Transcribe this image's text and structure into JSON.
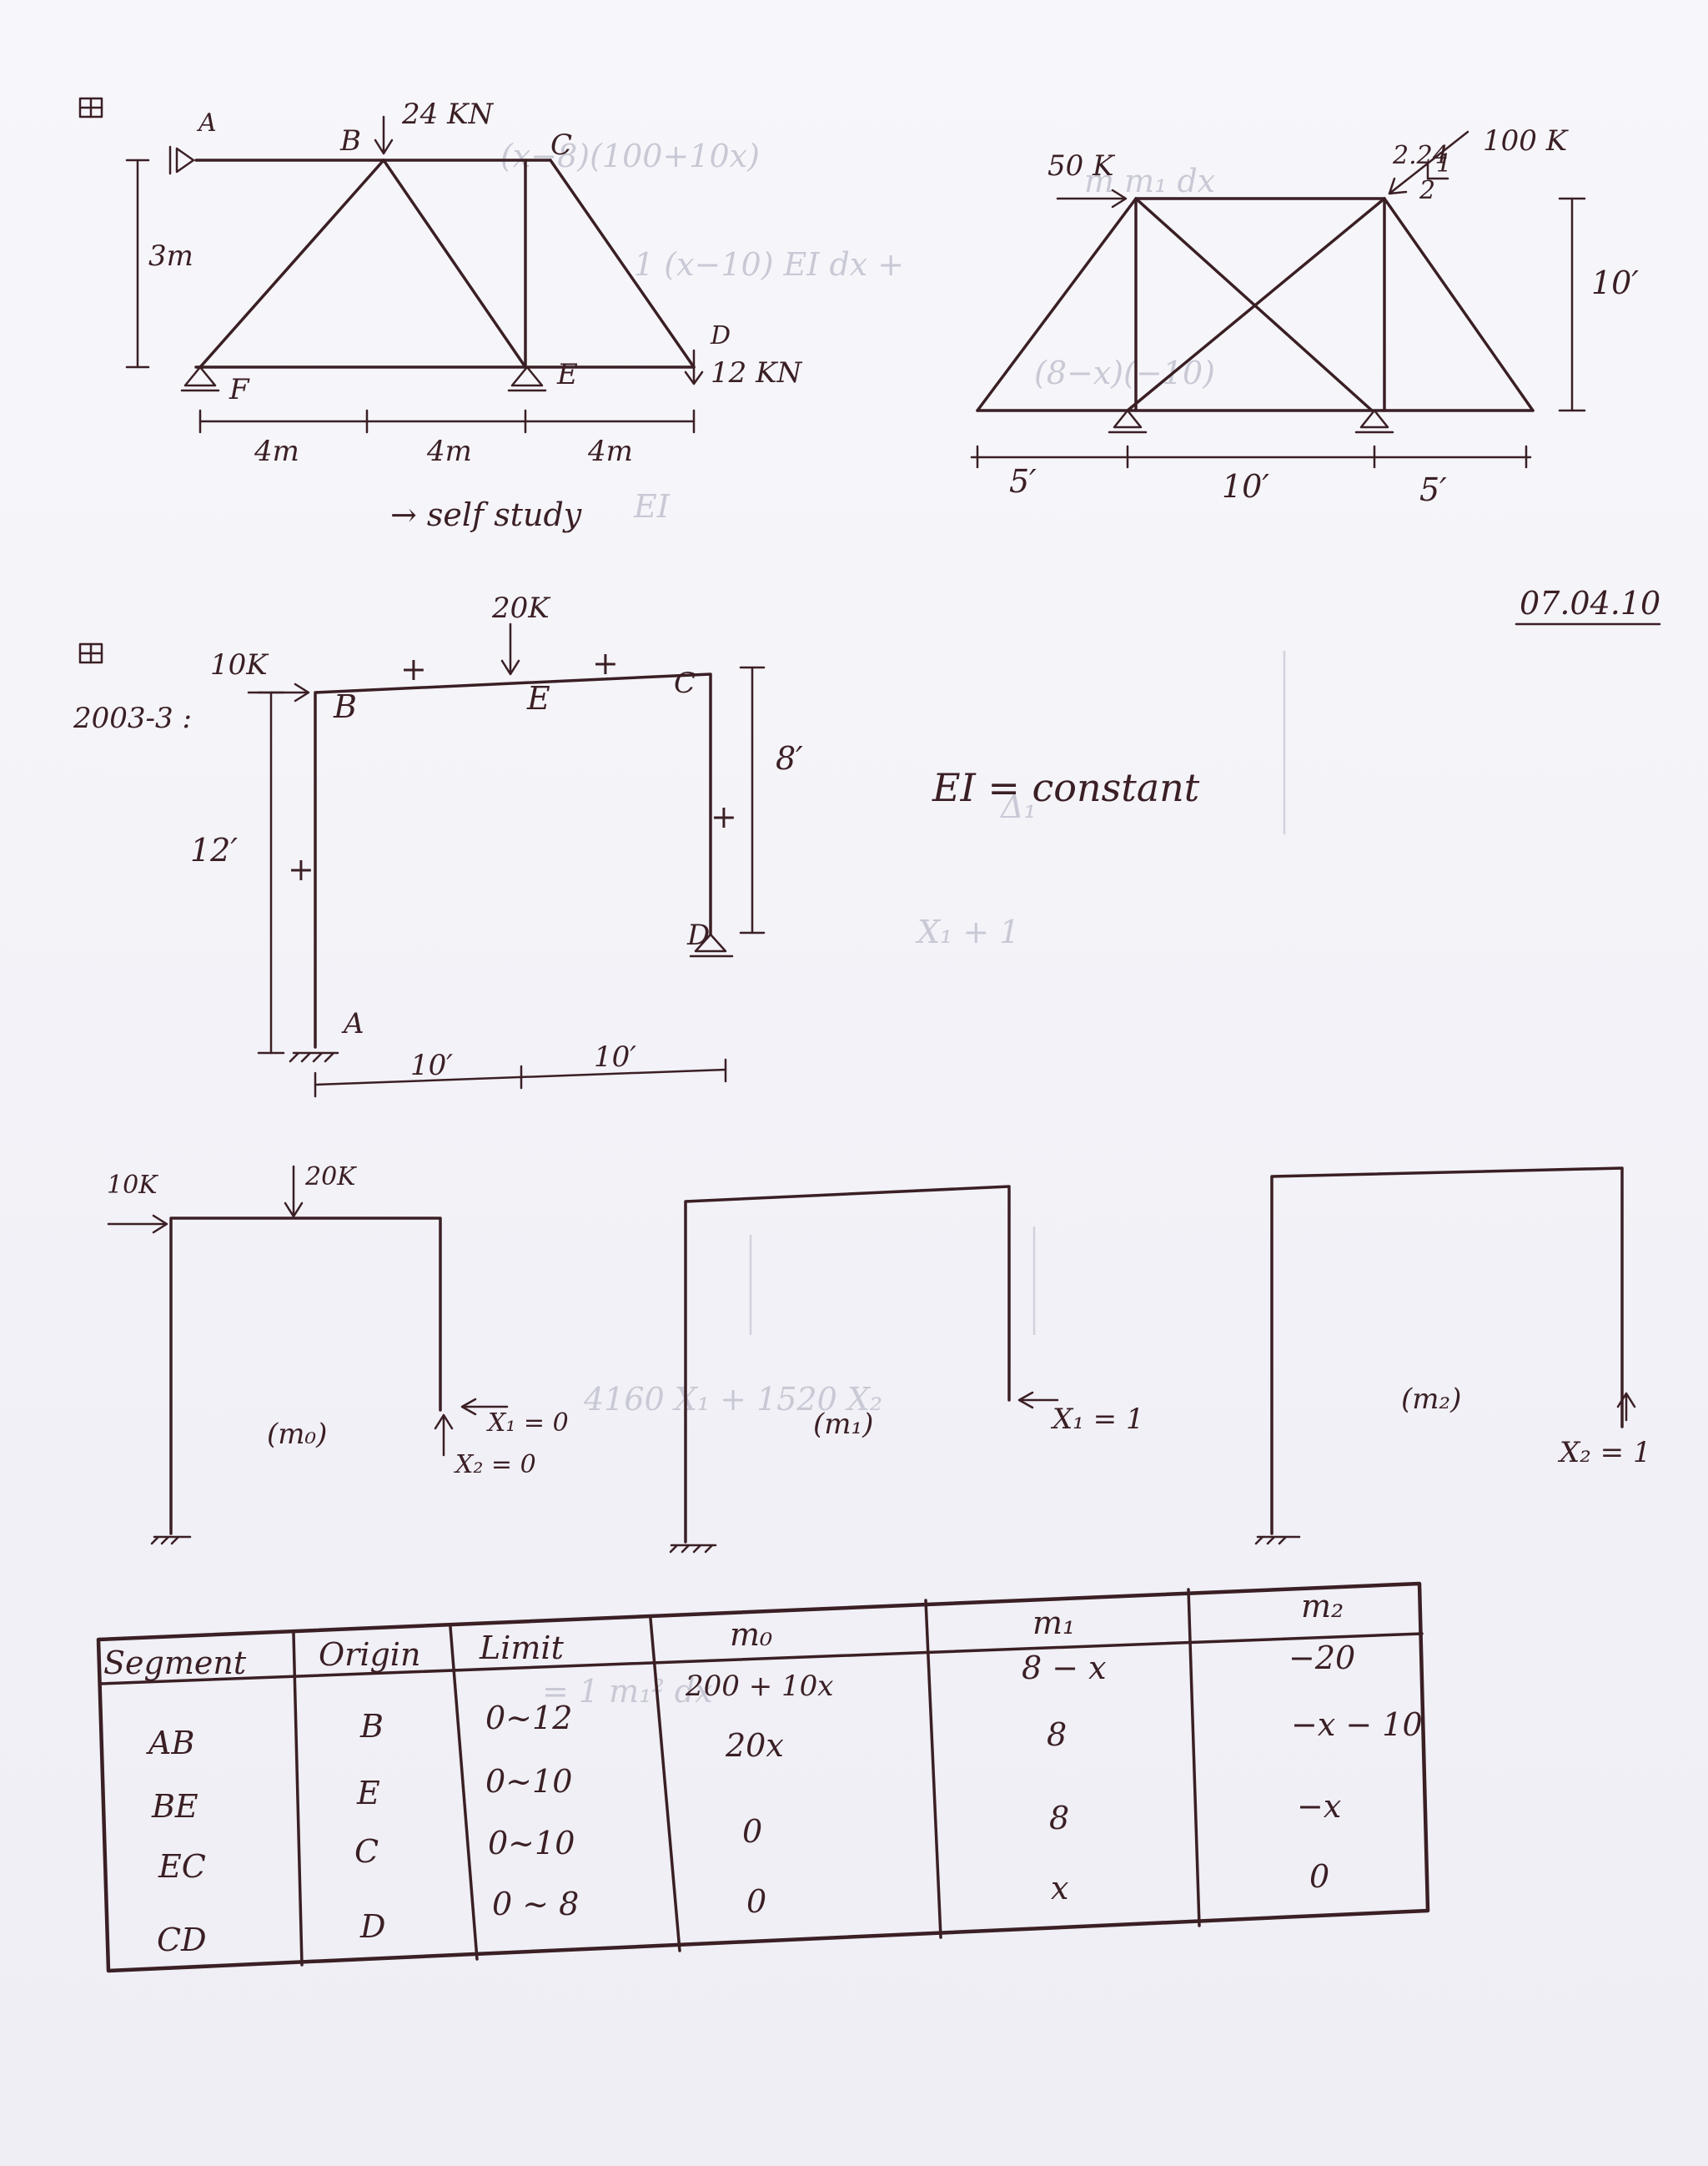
{
  "colors": {
    "ink": "#3a1f24",
    "paper": "#f4f4f9",
    "bleed": "#c9c9d6"
  },
  "truss1": {
    "icon": "grid-box-icon",
    "labels": {
      "A": "A",
      "B": "B",
      "C": "C",
      "D": "D",
      "E": "E",
      "F": "F"
    },
    "load_top": "24 KN",
    "load_D": "12 KN",
    "height": "3m",
    "spans": [
      "4m",
      "4m",
      "4m"
    ],
    "note": "→ self study"
  },
  "truss2": {
    "load_left": "50 K",
    "load_right": "100 K",
    "slope_a": "2.24",
    "slope_b": "1",
    "slope_c": "2",
    "height": "10′",
    "spans": [
      "5′",
      "10′",
      "5′"
    ]
  },
  "date": "07.04.10",
  "frame": {
    "icon": "grid-box-icon",
    "ref": "2003-3 :",
    "labels": {
      "A": "A",
      "B": "B",
      "C": "C",
      "D": "D",
      "E": "E"
    },
    "loads": {
      "horizontal": "10K",
      "vertical": "20K"
    },
    "heights": {
      "left": "12′",
      "right": "8′"
    },
    "spans": [
      "10′",
      "10′"
    ],
    "signs": [
      "+",
      "+",
      "+",
      "+"
    ],
    "ei": "EI = constant"
  },
  "released": {
    "m0": {
      "h_load": "10K",
      "v_load": "20K",
      "tag": "(m₀)",
      "x1": "X₁ = 0",
      "x2": "X₂ = 0"
    },
    "m1": {
      "tag": "(m₁)",
      "x1": "X₁ = 1"
    },
    "m2": {
      "tag": "(m₂)",
      "x2": "X₂ = 1"
    }
  },
  "table": {
    "headers": [
      "Segment",
      "Origin",
      "Limit",
      "m₀",
      "m₁",
      "m₂"
    ],
    "rows": [
      {
        "segment": "AB",
        "origin": "B",
        "limit": "0~12",
        "m0": "200 + 10x",
        "m1": "8 − x",
        "m2": "−20"
      },
      {
        "segment": "BE",
        "origin": "E",
        "limit": "0~10",
        "m0": "20x",
        "m1": "8",
        "m2": "−x − 10"
      },
      {
        "segment": "EC",
        "origin": "C",
        "limit": "0~10",
        "m0": "0",
        "m1": "8",
        "m2": "−x"
      },
      {
        "segment": "CD",
        "origin": "D",
        "limit": "0 ~ 8",
        "m0": "0",
        "m1": "x",
        "m2": "0"
      }
    ]
  }
}
